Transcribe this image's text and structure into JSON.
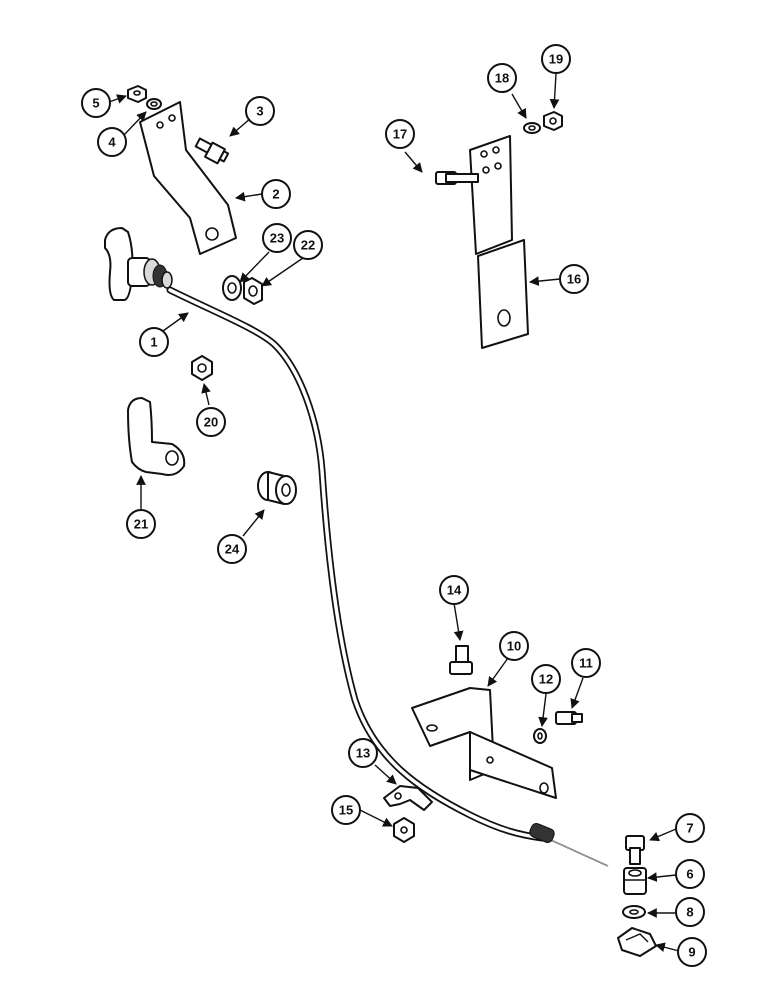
{
  "diagram": {
    "callouts": [
      {
        "id": "1",
        "label": "1"
      },
      {
        "id": "2",
        "label": "2"
      },
      {
        "id": "3",
        "label": "3"
      },
      {
        "id": "4",
        "label": "4"
      },
      {
        "id": "5",
        "label": "5"
      },
      {
        "id": "6",
        "label": "6"
      },
      {
        "id": "7",
        "label": "7"
      },
      {
        "id": "8",
        "label": "8"
      },
      {
        "id": "9",
        "label": "9"
      },
      {
        "id": "10",
        "label": "10"
      },
      {
        "id": "11",
        "label": "11"
      },
      {
        "id": "12",
        "label": "12"
      },
      {
        "id": "13",
        "label": "13"
      },
      {
        "id": "14",
        "label": "14"
      },
      {
        "id": "15",
        "label": "15"
      },
      {
        "id": "16",
        "label": "16"
      },
      {
        "id": "17",
        "label": "17"
      },
      {
        "id": "18",
        "label": "18"
      },
      {
        "id": "19",
        "label": "19"
      },
      {
        "id": "20",
        "label": "20"
      },
      {
        "id": "21",
        "label": "21"
      },
      {
        "id": "22",
        "label": "22"
      },
      {
        "id": "23",
        "label": "23"
      },
      {
        "id": "24",
        "label": "24"
      }
    ]
  }
}
